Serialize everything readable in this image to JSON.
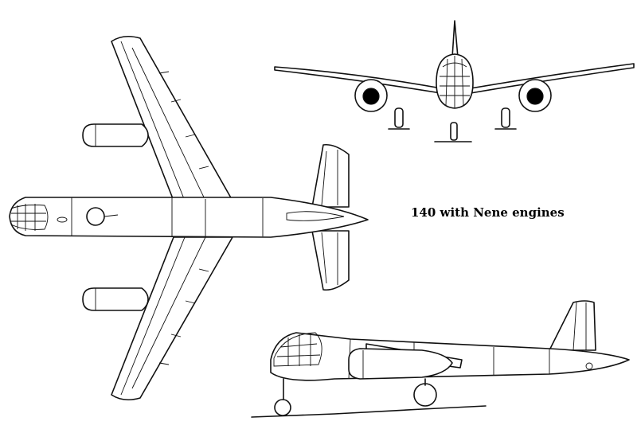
{
  "caption": "140 with Nene engines",
  "views": [
    {
      "name": "top-view"
    },
    {
      "name": "front-view"
    },
    {
      "name": "side-view"
    }
  ]
}
